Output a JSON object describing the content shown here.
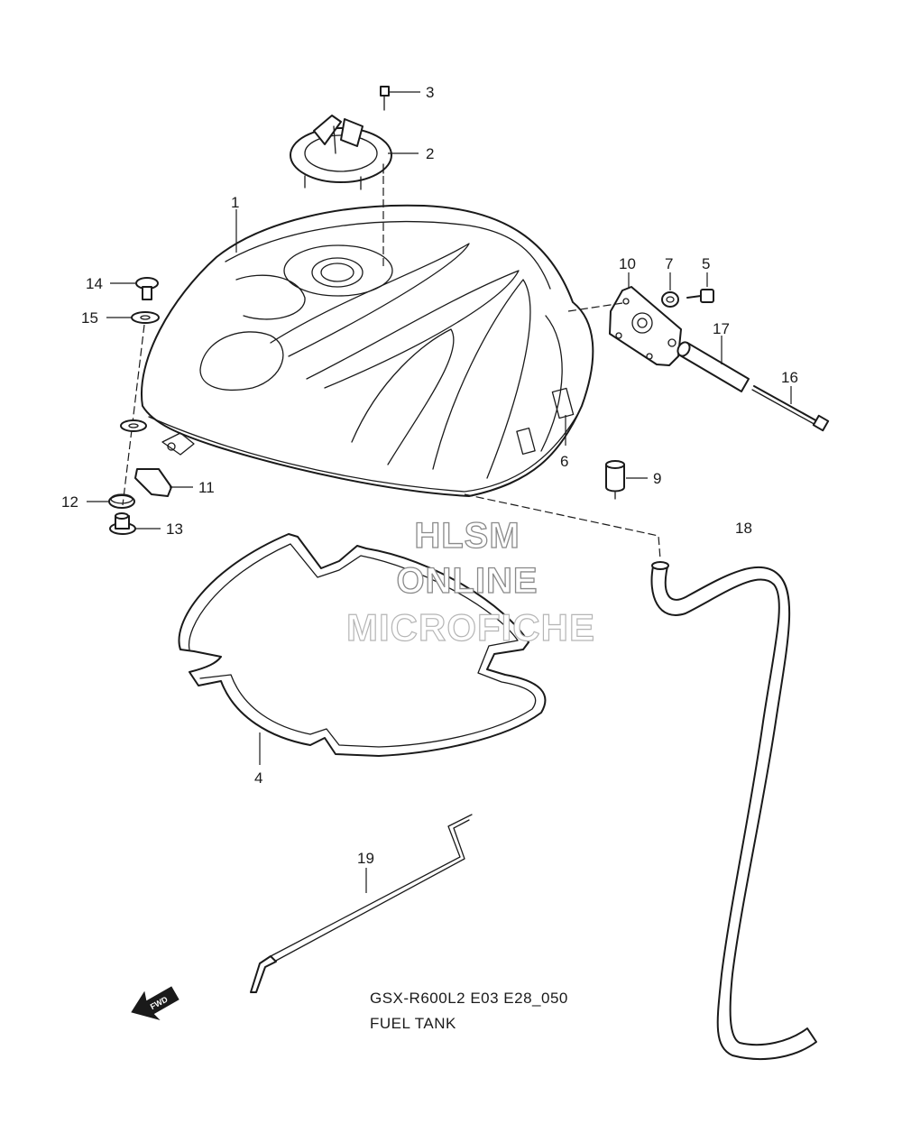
{
  "diagram": {
    "callouts": [
      {
        "id": "1",
        "label": "1"
      },
      {
        "id": "2",
        "label": "2"
      },
      {
        "id": "3",
        "label": "3"
      },
      {
        "id": "4",
        "label": "4"
      },
      {
        "id": "5",
        "label": "5"
      },
      {
        "id": "6",
        "label": "6"
      },
      {
        "id": "7",
        "label": "7"
      },
      {
        "id": "9",
        "label": "9"
      },
      {
        "id": "10",
        "label": "10"
      },
      {
        "id": "11",
        "label": "11"
      },
      {
        "id": "12",
        "label": "12"
      },
      {
        "id": "13",
        "label": "13"
      },
      {
        "id": "14",
        "label": "14"
      },
      {
        "id": "15",
        "label": "15"
      },
      {
        "id": "16",
        "label": "16"
      },
      {
        "id": "17",
        "label": "17"
      },
      {
        "id": "18",
        "label": "18"
      },
      {
        "id": "19",
        "label": "19"
      }
    ],
    "fwd_arrow_label": "FWD"
  },
  "watermark": {
    "line1": "HLSM",
    "line2": "ONLINE",
    "line3": "MICROFICHE"
  },
  "caption": {
    "code": "GSX-R600L2 E03 E28_050",
    "title": "FUEL TANK"
  },
  "colors": {
    "ink": "#1a1a1a",
    "background": "#ffffff",
    "watermark_outline": "#8a8a8a"
  }
}
